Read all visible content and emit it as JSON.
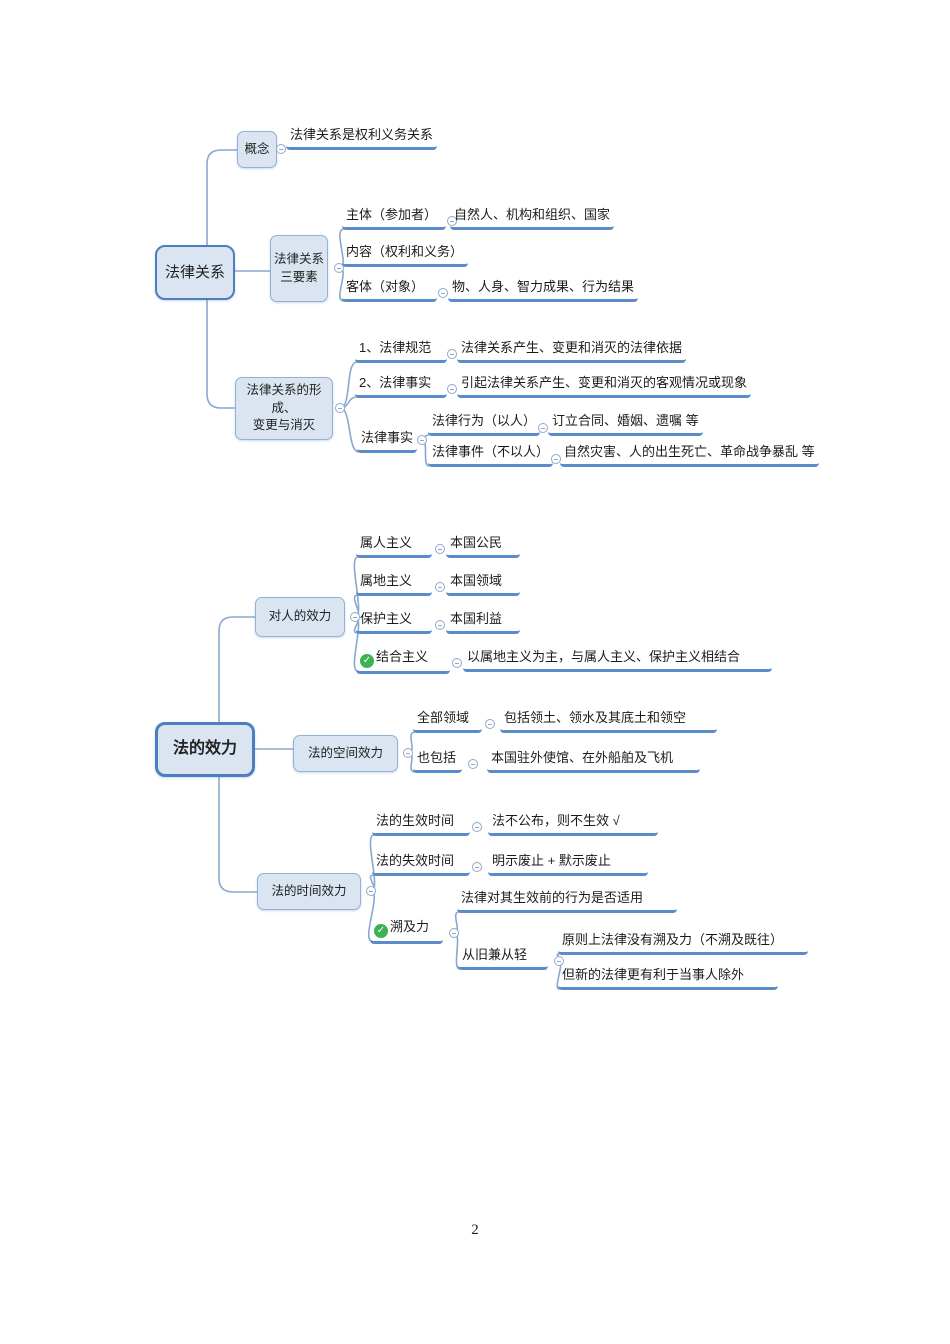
{
  "page": {
    "number": "2"
  },
  "colors": {
    "box_fill": "#dbe5f1",
    "root_border": "#4d7ebf",
    "box_border": "#92b1d6",
    "underline": "#5b8bc9",
    "connector": "#88a9cf",
    "text": "#1f1f1f",
    "check_green": "#3eb152"
  },
  "map1": {
    "root": "法律关系",
    "concept": {
      "label": "概念",
      "definition": "法律关系是权利义务关系"
    },
    "elements": {
      "box": "法律关系\n三要素",
      "subject": {
        "label": "主体（参加者）",
        "desc": "自然人、机构和组织、国家"
      },
      "content": {
        "label": "内容（权利和义务）"
      },
      "object": {
        "label": "客体（对象）",
        "desc": "物、人身、智力成果、行为结果"
      }
    },
    "formation": {
      "box": "法律关系的形成、\n变更与消灭",
      "norm": {
        "label": "1、法律规范",
        "desc": "法律关系产生、变更和消灭的法律依据"
      },
      "fact": {
        "label": "2、法律事实",
        "desc": "引起法律关系产生、变更和消灭的客观情况或现象"
      },
      "fact_types": {
        "label": "法律事实",
        "act": {
          "label": "法律行为（以人）",
          "desc": "订立合同、婚姻、遗嘱 等"
        },
        "event": {
          "label": "法律事件（不以人）",
          "desc": "自然灾害、人的出生死亡、革命战争暴乱 等"
        }
      }
    }
  },
  "map2": {
    "root": "法的效力",
    "personal": {
      "box": "对人的效力",
      "nationality": {
        "label": "属人主义",
        "desc": "本国公民"
      },
      "territory": {
        "label": "属地主义",
        "desc": "本国领域"
      },
      "protection": {
        "label": "保护主义",
        "desc": "本国利益"
      },
      "combined": {
        "label": "结合主义",
        "desc": "以属地主义为主，与属人主义、保护主义相结合"
      }
    },
    "spatial": {
      "box": "法的空间效力",
      "all": {
        "label": "全部领域",
        "desc": "包括领土、领水及其底土和领空"
      },
      "also": {
        "label": "也包括",
        "desc": "本国驻外使馆、在外船舶及飞机"
      }
    },
    "temporal": {
      "box": "法的时间效力",
      "effective": {
        "label": "法的生效时间",
        "desc": "法不公布，则不生效 √"
      },
      "expiry": {
        "label": "法的失效时间",
        "desc": "明示废止 + 默示废止"
      },
      "retro": {
        "label": "溯及力",
        "question": {
          "label": "法律对其生效前的行为是否适用"
        },
        "principle": {
          "label": "从旧兼从轻",
          "no_retro": {
            "label": "原则上法律没有溯及力（不溯及既往）"
          },
          "exception": {
            "label": "但新的法律更有利于当事人除外"
          }
        }
      }
    }
  }
}
